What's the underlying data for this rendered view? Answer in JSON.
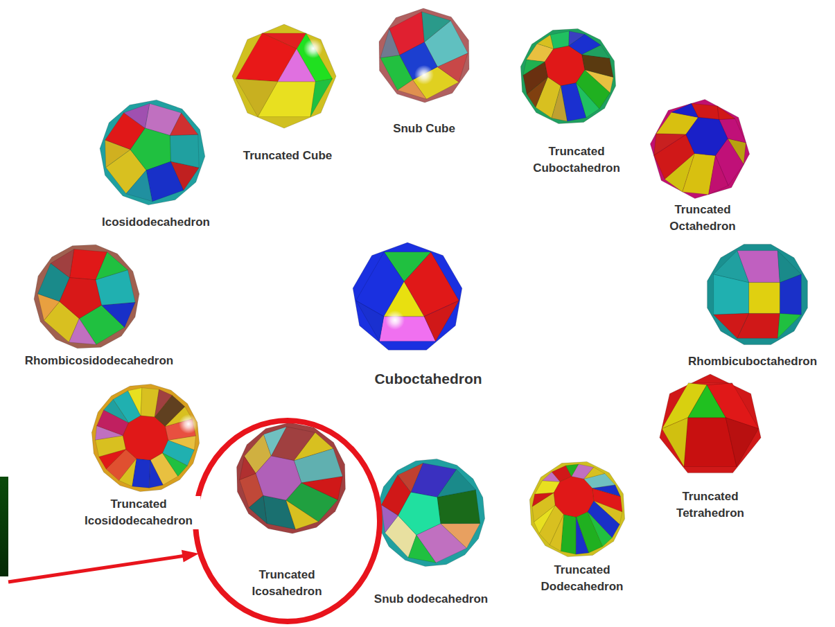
{
  "diagram": {
    "labels": [
      "Snub Cube",
      "Truncated Cube",
      "Truncated Cuboctahedron",
      "Icosidodecahedron",
      "Truncated Octahedron",
      "Rhombicosidodecahedron",
      "Cuboctahedron",
      "Rhombicuboctahedron",
      "Truncated Tetrahedron",
      "Truncated Icosidodecahedron",
      "Truncated Icosahedron",
      "Snub dodecahedron",
      "Truncated Dodecahedron"
    ]
  }
}
